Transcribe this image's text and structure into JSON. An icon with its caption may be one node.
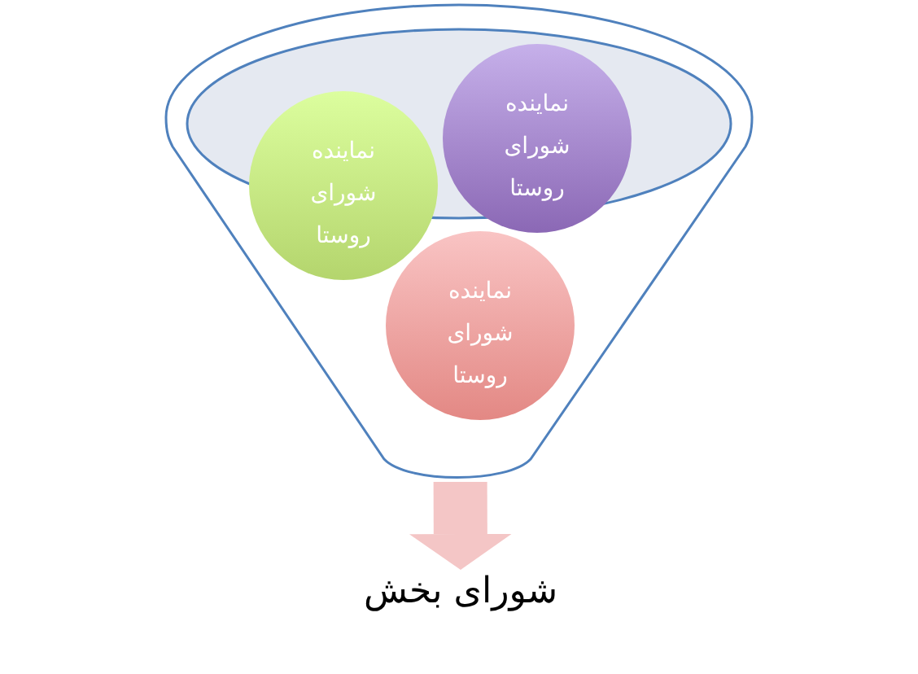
{
  "diagram": {
    "nodes": [
      {
        "text": [],
        "shape": "funnel"
      },
      {
        "text": [
          "نماینده شورای روستا"
        ],
        "in": 0
      },
      {
        "text": [
          "نماینده شورای روستا"
        ],
        "in": 0
      },
      {
        "text": [
          "نماینده شورای روستا"
        ],
        "in": 0
      },
      {
        "text": [
          "شورای بخش"
        ]
      }
    ],
    "edges": [
      {
        "from": 0,
        "to": 4,
        "arrow": "to"
      }
    ]
  }
}
